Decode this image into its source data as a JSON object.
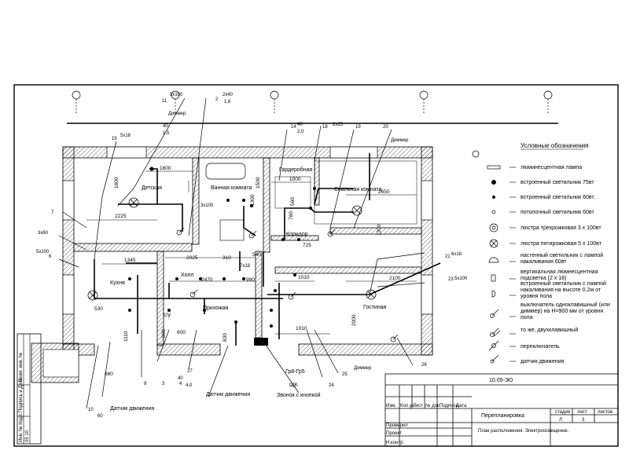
{
  "rooms": {
    "detskaya": "Детская",
    "vannaya": "Ванная комната",
    "garderob": "Гардеробная",
    "spalnya": "Спальная комната",
    "koridor": "Коридор",
    "kuhnya": "Кухня",
    "holl": "Холл",
    "su": "с/у",
    "prihozhaya": "Прихожая",
    "gostinaya": "Гостиная"
  },
  "dimensions": [
    "1600",
    "1600",
    "2225",
    "1500",
    "1000",
    "2650",
    "1200",
    "1345",
    "2025",
    "310",
    "540",
    "725",
    "2470",
    "990",
    "1010",
    "2100",
    "530",
    "1110",
    "800",
    "600",
    "2000",
    "830",
    "1010",
    "1300",
    "760",
    "560",
    "680"
  ],
  "cable_labels": {
    "c11": "11",
    "c5x100a": "5х100",
    "c2": "2",
    "c2x40": "2х40",
    "c1_6a": "1,6",
    "c40a": "40",
    "c1_5": "1,5",
    "c14": "14",
    "c40b": "40",
    "c2_0a": "2,0",
    "c18": "18",
    "c2x25": "2х25",
    "c19": "19",
    "c20": "20",
    "c5x18": "5х18",
    "c15": "15",
    "c6x18": "6х18",
    "c21": "21",
    "c23": "23",
    "c5x100b": "5х100",
    "c3x60": "3х60",
    "c5x100c": "5х100",
    "c3x100": "3х100",
    "c7": "7",
    "c6": "6",
    "c40c": "40",
    "c4_0": "4,0",
    "c7x18": "7х18",
    "c26": "26",
    "c24": "24",
    "c25": "25",
    "c27": "27",
    "c4": "4",
    "c9": "9",
    "c3": "3",
    "c10": "10",
    "c60": "60"
  },
  "dimmer_labels": [
    "Диммер",
    "Диммер",
    "Диммер"
  ],
  "motion_labels": [
    "Датчик движения",
    "Датчик движения"
  ],
  "panel_label": "ЩК",
  "group_label": "Гр8-Гр5",
  "bell_label": "Звонок с кнопкой",
  "legend": {
    "title": "Условные обозначения",
    "items": [
      {
        "icon": "fluorescent-lamp-icon",
        "text": "люминесцентная лампа"
      },
      {
        "icon": "recessed-75w-icon",
        "text": "встроенный светильник 75вт"
      },
      {
        "icon": "recessed-60w-icon",
        "text": "встроенный светильник 60вт."
      },
      {
        "icon": "ceiling-60w-icon",
        "text": "потолочный светильник 60вт"
      },
      {
        "icon": "chandelier-3-icon",
        "text": "люстра трехрожковая 3 х 100вт"
      },
      {
        "icon": "chandelier-5-icon",
        "text": "люстра пятирожковая 5 х 100вт"
      },
      {
        "icon": "wall-lamp-icon",
        "text": "настенный светильник с лампой накаливания 60вт"
      },
      {
        "icon": "vertical-lamp-icon",
        "text": "вертикальная люмнесцентная подсветка (2 х 18)"
      },
      {
        "icon": "recessed-incandescent-icon",
        "text": "встроенный светильник с лампой накаливания на высоте 0,2м от уровня пола"
      },
      {
        "icon": "switch-single-icon",
        "text": "выключатель одноклавишный (или диммер) на Н=900 мм от уровня пола"
      },
      {
        "icon": "switch-double-icon",
        "text": "то же, двухклавишный"
      },
      {
        "icon": "changeover-switch-icon",
        "text": "переключатель"
      },
      {
        "icon": "motion-sensor-icon",
        "text": "датчик движения"
      }
    ]
  },
  "stamp": {
    "code": "10.05-ЭО",
    "headers": [
      "Изм.",
      "Кол.уч.",
      "Лист",
      "№ док.",
      "Подпись",
      "Дата"
    ],
    "rows": [
      "Проверил",
      "Проект",
      "Н.контр."
    ],
    "stage_hdr": "стадия",
    "sheet_hdr": "лист",
    "sheets_hdr": "листов",
    "section": "Перепланировка",
    "stage": "Л",
    "sheet": "3",
    "desc": "План расположения. Электроосвещение.",
    "side": [
      "Инв. № подл.",
      "Подпись и Дата",
      "Взам. инв. №"
    ],
    "side_num": "05 10"
  }
}
